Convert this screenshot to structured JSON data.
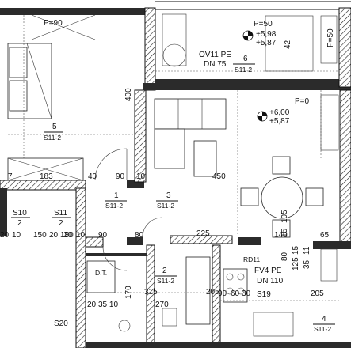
{
  "rooms": [
    {
      "number": "5",
      "code": "S11-2"
    },
    {
      "number": "6",
      "code": "S11-2"
    },
    {
      "number": "1",
      "code": "S11-2"
    },
    {
      "number": "3",
      "code": "S11-2"
    },
    {
      "number": "2",
      "code": "S11-2"
    },
    {
      "number": "4",
      "code": "S11-2"
    }
  ],
  "side_rooms": [
    {
      "number": "S10",
      "sub": "2"
    },
    {
      "number": "S11",
      "sub": "2"
    }
  ],
  "ceiling_labels": [
    "P=90",
    "P=50",
    "P=50",
    "P=0"
  ],
  "levels": [
    {
      "top": "+5,98",
      "bottom": "+5,87"
    },
    {
      "top": "+6,00",
      "bottom": "+5,87"
    }
  ],
  "ventilation": [
    {
      "label": "OV11 PE",
      "dn": "DN 75"
    },
    {
      "label": "FV4 PE",
      "dn": "DN 110"
    }
  ],
  "tags": {
    "dt": "D.T.",
    "rd": "RD11",
    "s19": "S19",
    "s20": "S20"
  },
  "dimensions": {
    "d400": "400",
    "d42": "42",
    "d7": "7",
    "d183": "183",
    "d40": "40",
    "d90a": "90",
    "d10a": "10",
    "d450": "450",
    "d20": "20",
    "d10b": "10",
    "d150a": "150",
    "d20b": "20",
    "d150b": "150",
    "d20c": "20",
    "d10c": "10",
    "d90b": "90",
    "d80": "80",
    "d225": "225",
    "d140": "140",
    "d65": "65",
    "d105": "105",
    "d15": "15",
    "d80b": "80",
    "d125": "125",
    "d15b": "15",
    "d35": "35",
    "d11": "11",
    "d170": "170",
    "d315": "315",
    "d205": "205",
    "d20d": "20",
    "d3510": "35 10",
    "d270": "270",
    "d90c": "90",
    "d60": "60",
    "d30": "30",
    "d205b": "205"
  }
}
